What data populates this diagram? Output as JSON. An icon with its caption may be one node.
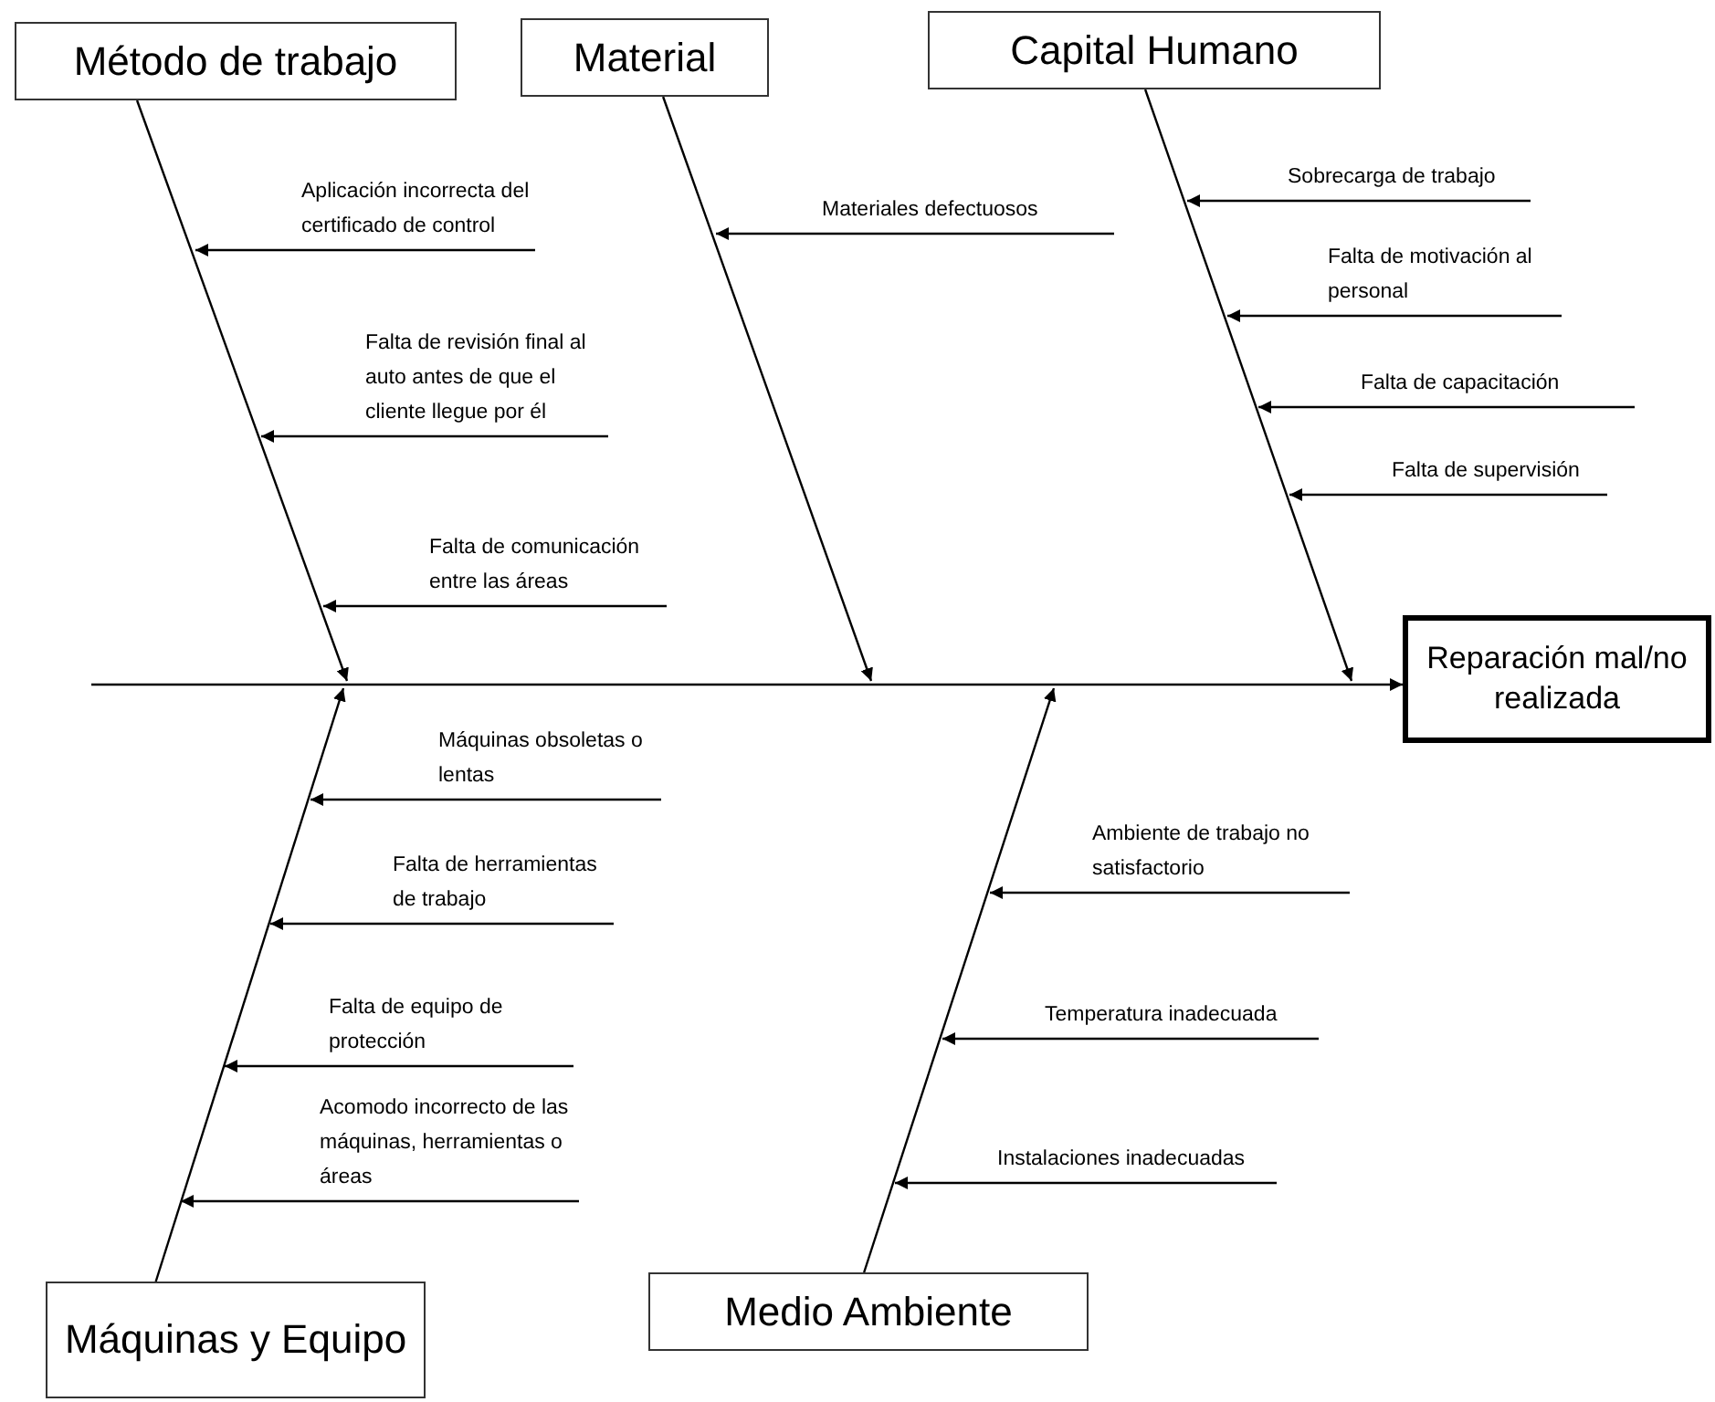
{
  "diagram": {
    "nodes": [
      {
        "text": [
          "Método de trabajo"
        ]
      },
      {
        "text": [
          "Material"
        ]
      },
      {
        "text": [
          "Capital Humano"
        ]
      },
      {
        "text": [
          "Aplicación incorrecta del certificado de control"
        ]
      },
      {
        "text": [
          "Falta de revisión final al auto antes de que el cliente llegue por él"
        ]
      },
      {
        "text": [
          "Falta de comunicación entre las áreas"
        ]
      },
      {
        "text": [
          "Materiales defectuosos"
        ]
      },
      {
        "text": [
          "Sobrecarga de trabajo"
        ]
      },
      {
        "text": [
          "Falta de motivación al personal"
        ]
      },
      {
        "text": [
          "Falta de capacitación"
        ]
      },
      {
        "text": [
          "Falta de supervisión"
        ]
      },
      {
        "text": [
          "Reparación mal/no realizada"
        ]
      },
      {
        "text": [
          "Máquinas y Equipo"
        ]
      },
      {
        "text": [
          "Medio Ambiente"
        ]
      },
      {
        "text": [
          "Máquinas obsoletas o lentas"
        ]
      },
      {
        "text": [
          "Falta de herramientas de trabajo"
        ]
      },
      {
        "text": [
          "Falta de equipo de protección"
        ]
      },
      {
        "text": [
          "Acomodo incorrecto de las máquinas, herramientas o áreas"
        ]
      },
      {
        "text": [
          "Ambiente de trabajo no satisfactorio"
        ]
      },
      {
        "text": [
          "Temperatura inadecuada"
        ]
      },
      {
        "text": [
          "Instalaciones inadecuadas"
        ]
      }
    ],
    "edges": [
      {
        "from": null,
        "to": 11,
        "arrow": "to"
      },
      {
        "from": 0,
        "to": null,
        "arrow": "to"
      },
      {
        "from": 1,
        "to": null,
        "arrow": "to"
      },
      {
        "from": 2,
        "to": null,
        "arrow": "to"
      },
      {
        "from": 12,
        "to": null,
        "arrow": "to"
      },
      {
        "from": 13,
        "to": null,
        "arrow": "to"
      },
      {
        "from": 3,
        "to": null,
        "arrow": "to"
      },
      {
        "from": 4,
        "to": null,
        "arrow": "to"
      },
      {
        "from": 5,
        "to": null,
        "arrow": "to"
      },
      {
        "from": 6,
        "to": null,
        "arrow": "to"
      },
      {
        "from": 7,
        "to": null,
        "arrow": "to"
      },
      {
        "from": 8,
        "to": null,
        "arrow": "to"
      },
      {
        "from": 9,
        "to": null,
        "arrow": "to"
      },
      {
        "from": 10,
        "to": null,
        "arrow": "to"
      },
      {
        "from": 14,
        "to": null,
        "arrow": "to"
      },
      {
        "from": 15,
        "to": null,
        "arrow": "to"
      },
      {
        "from": 16,
        "to": null,
        "arrow": "to"
      },
      {
        "from": 17,
        "to": null,
        "arrow": "to"
      },
      {
        "from": 18,
        "to": null,
        "arrow": "to"
      },
      {
        "from": 19,
        "to": null,
        "arrow": "to"
      },
      {
        "from": 20,
        "to": null,
        "arrow": "to"
      }
    ]
  }
}
